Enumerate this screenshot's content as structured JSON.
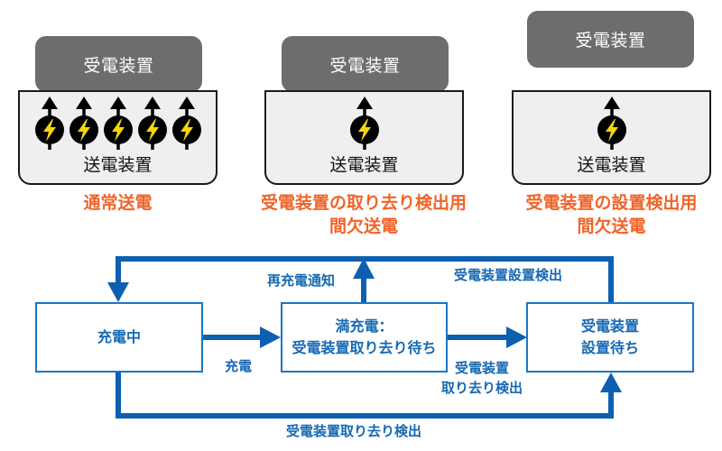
{
  "panels": [
    {
      "receiver_label": "受電装置",
      "transmitter_label": "送電装置",
      "coil_count": 5,
      "receiver_placed": true,
      "mode_label_lines": [
        "通常送電"
      ]
    },
    {
      "receiver_label": "受電装置",
      "transmitter_label": "送電装置",
      "coil_count": 1,
      "receiver_placed": true,
      "mode_label_lines": [
        "受電装置の取り去り検出用",
        "間欠送電"
      ]
    },
    {
      "receiver_label": "受電装置",
      "transmitter_label": "送電装置",
      "coil_count": 1,
      "receiver_placed": false,
      "mode_label_lines": [
        "受電装置の設置検出用",
        "間欠送電"
      ]
    }
  ],
  "state_machine": {
    "states": [
      {
        "id": "charging",
        "lines": [
          "充電中"
        ]
      },
      {
        "id": "full",
        "lines": [
          "満充電：",
          "受電装置取り去り待ち"
        ]
      },
      {
        "id": "waiting",
        "lines": [
          "受電装置",
          "設置待ち"
        ]
      }
    ],
    "transitions": {
      "charge": "充電",
      "recharge_notice": "再充電通知",
      "removal_detect_lines": [
        "受電装置",
        "取り去り検出"
      ],
      "placement_detect": "受電装置設置検出",
      "removal_detect_bottom": "受電装置取り去り検出"
    }
  },
  "colors": {
    "receiver": "#6d6d6d",
    "transmitter_fill": "#efefef",
    "mode_label": "#f0642a",
    "flow_blue": "#0d5fb0",
    "box_border": "#1677c9",
    "coil_bolt": "#f2d50f"
  },
  "icons": {
    "coil": "power-coil-with-up-arrow-icon"
  }
}
